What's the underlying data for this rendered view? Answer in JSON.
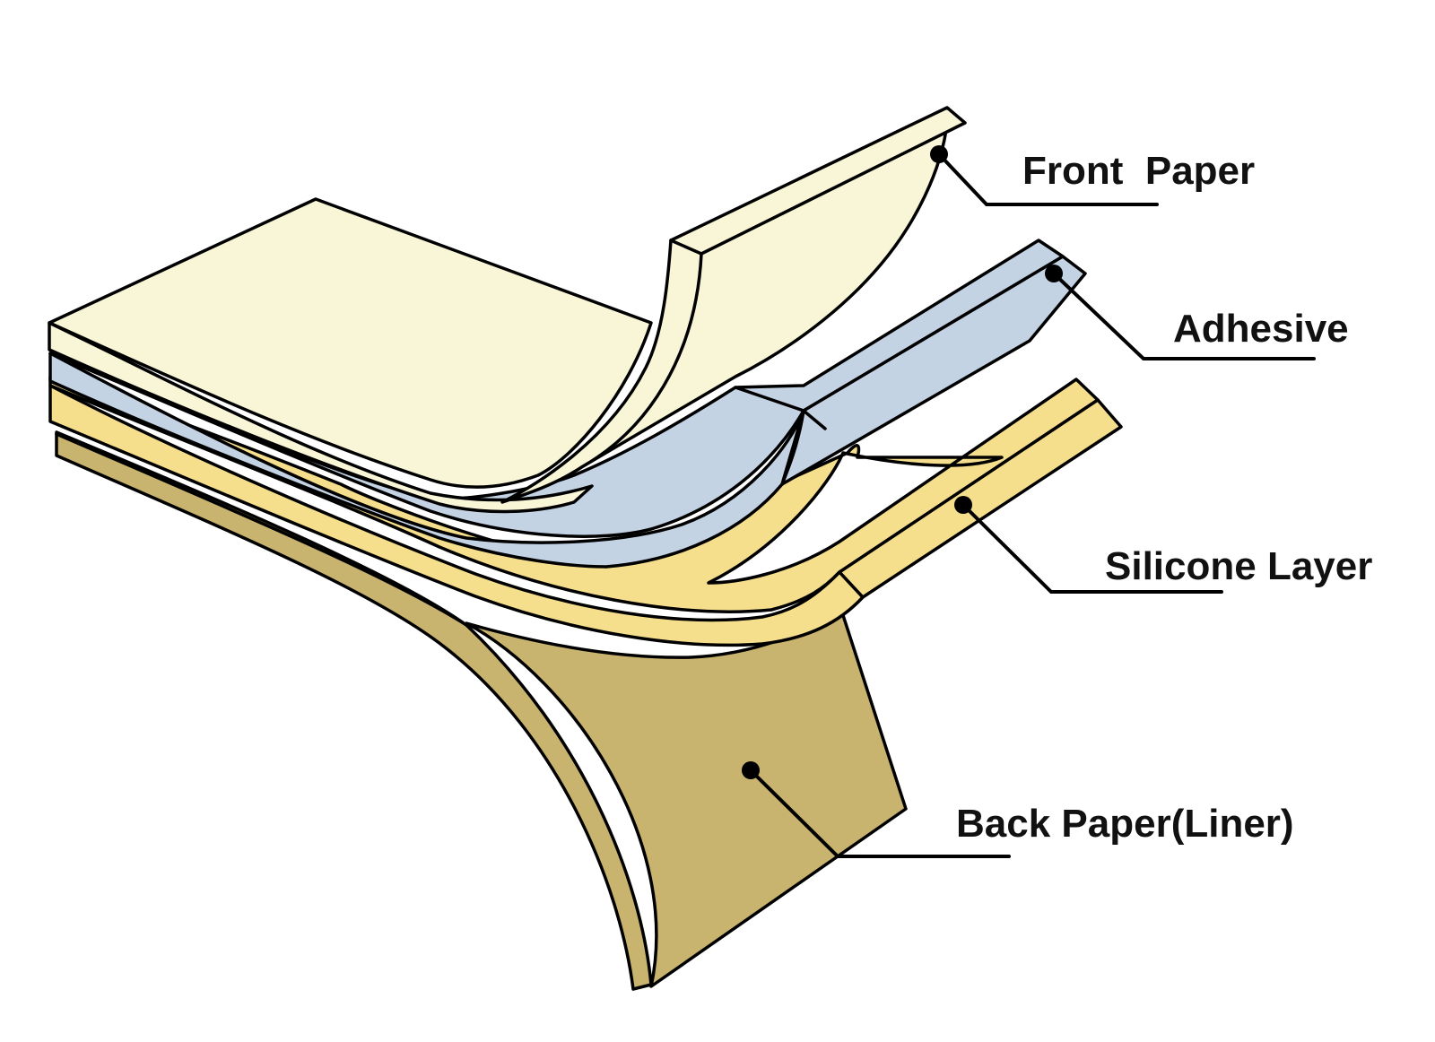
{
  "labels": {
    "front_paper": "Front  Paper",
    "adhesive": "Adhesive",
    "silicone_layer": "Silicone Layer",
    "back_paper": "Back Paper(Liner)"
  },
  "colors": {
    "front_paper": "#F9F6D8",
    "adhesive": "#C4D3E4",
    "silicone_layer": "#F6DF8C",
    "back_paper": "#C8B46E",
    "outline": "#000000",
    "background": "#FFFFFF"
  }
}
